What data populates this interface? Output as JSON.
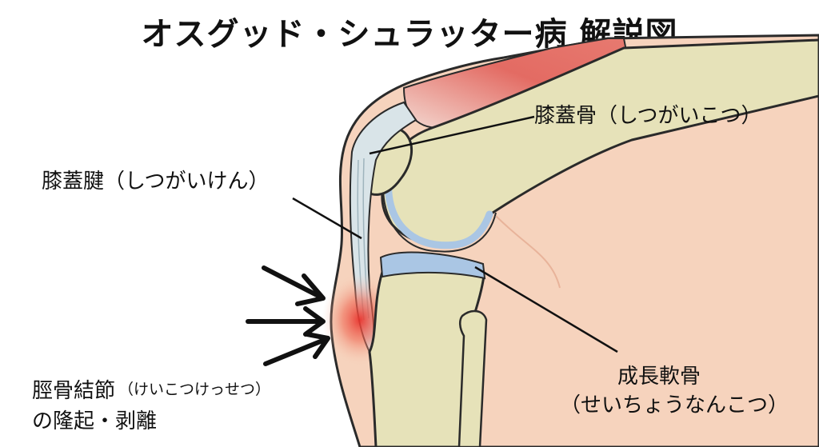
{
  "title": "オスグッド・シュラッター病 解説図",
  "labels": {
    "patella": "膝蓋骨（しつがいこつ）",
    "patellar_tendon": "膝蓋腱（しつがいけん）",
    "growth_cartilage_main": "成長軟骨",
    "growth_cartilage_reading": "（せいちょうなんこつ）",
    "tuberosity_main": "脛骨結節",
    "tuberosity_reading": "（けいこつけっせつ）",
    "tuberosity_line2": "の隆起・剥離"
  },
  "colors": {
    "skin": "#f6d3bd",
    "skin_outline": "#2a2a2a",
    "bone": "#e6e2b9",
    "tendon": "#d9e4e8",
    "cartilage": "#aac6e4",
    "muscle": "#e05a55",
    "inflammation": "#e8322c"
  },
  "icons": [
    "arrow-right-icon",
    "arrow-right-icon",
    "arrow-right-icon"
  ]
}
